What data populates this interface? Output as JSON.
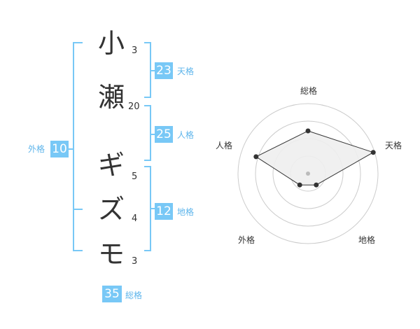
{
  "colors": {
    "accent": "#78c8f6",
    "label_text": "#5eb5eb",
    "glyph_text": "#333333",
    "radar_fill": "#eeeeee",
    "radar_grid": "#cccccc"
  },
  "name": {
    "chars": [
      {
        "char": "小",
        "strokes": "3"
      },
      {
        "char": "瀬",
        "strokes": "20"
      },
      {
        "char": "ギ",
        "strokes": "5"
      },
      {
        "char": "ズ",
        "strokes": "4"
      },
      {
        "char": "モ",
        "strokes": "3"
      }
    ]
  },
  "fortune": {
    "tenkaku": {
      "value": "23",
      "label": "天格"
    },
    "jinkaku": {
      "value": "25",
      "label": "人格"
    },
    "chikaku": {
      "value": "12",
      "label": "地格"
    },
    "gaikaku": {
      "value": "10",
      "label": "外格"
    },
    "soukaku": {
      "value": "35",
      "label": "総格"
    }
  },
  "radar": {
    "axes": [
      {
        "label": "総格",
        "level": 0.61
      },
      {
        "label": "天格",
        "level": 0.98
      },
      {
        "label": "地格",
        "level": 0.2
      },
      {
        "label": "外格",
        "level": 0.2
      },
      {
        "label": "人格",
        "level": 0.78
      }
    ],
    "rings": 4
  }
}
